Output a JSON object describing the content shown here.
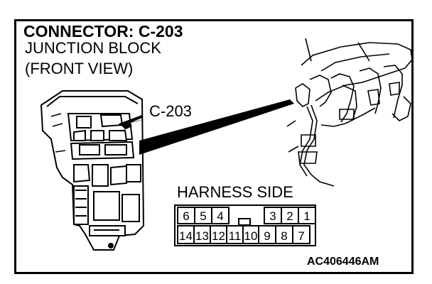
{
  "title": "CONNECTOR: C-203",
  "subtitle_line1": "JUNCTION BLOCK",
  "subtitle_line2": "(FRONT VIEW)",
  "callout_label": "C-203",
  "harness_label": "HARNESS SIDE",
  "figure_code": "AC406446AM",
  "connector": {
    "top_row": [
      "6",
      "5",
      "4",
      "",
      "3",
      "2",
      "1"
    ],
    "bottom_row": [
      "14",
      "13",
      "12",
      "11",
      "10",
      "9",
      "8",
      "7"
    ]
  }
}
